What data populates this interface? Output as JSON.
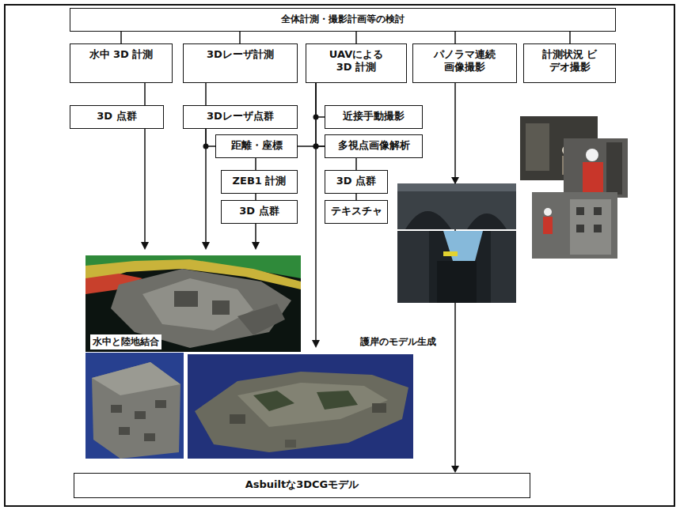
{
  "diagram": {
    "nodes": [
      {
        "text": [
          "全体計測・撮影計画等の検討"
        ]
      },
      {
        "text": [
          "水中 3D 計測"
        ]
      },
      {
        "text": [
          "3Dレーザ計測"
        ]
      },
      {
        "text": [
          "UAVによる 3D 計測"
        ]
      },
      {
        "text": [
          "パノラマ連続 画像撮影"
        ]
      },
      {
        "text": [
          "計測状況 ビデオ撮影"
        ]
      },
      {
        "text": [
          "3D 点群"
        ]
      },
      {
        "text": [
          "3Dレーザ点群"
        ]
      },
      {
        "text": [
          "近接手動撮影"
        ]
      },
      {
        "text": [
          "距離・座標"
        ]
      },
      {
        "text": [
          "多視点画像解析"
        ]
      },
      {
        "text": [
          "ZEB1 計測"
        ]
      },
      {
        "text": [
          "3D 点群"
        ]
      },
      {
        "text": [
          "3D 点群"
        ]
      },
      {
        "text": [
          "テキスチャ"
        ]
      },
      {
        "text": [
          "Asbuiltな3DCGモデル"
        ]
      }
    ],
    "edges": [
      {
        "from": 0,
        "to": 1,
        "arrow": "none"
      },
      {
        "from": 0,
        "to": 2,
        "arrow": "none"
      },
      {
        "from": 0,
        "to": 3,
        "arrow": "none"
      },
      {
        "from": 0,
        "to": 4,
        "arrow": "none"
      },
      {
        "from": 0,
        "to": 5,
        "arrow": "none"
      },
      {
        "from": 1,
        "to": 6,
        "arrow": "none"
      },
      {
        "from": 2,
        "to": 7,
        "arrow": "none"
      },
      {
        "from": 7,
        "to": 9,
        "arrow": "none"
      },
      {
        "from": 9,
        "to": 10,
        "arrow": "none"
      },
      {
        "from": 3,
        "to": 8,
        "arrow": "none"
      },
      {
        "from": 3,
        "to": 10,
        "arrow": "none"
      },
      {
        "from": 9,
        "to": 11,
        "arrow": "none"
      },
      {
        "from": 11,
        "to": 12,
        "arrow": "none"
      },
      {
        "from": 10,
        "to": 13,
        "arrow": "none"
      },
      {
        "from": 13,
        "to": 14,
        "arrow": "none"
      },
      {
        "from": 4,
        "to": 15,
        "arrow": "to"
      }
    ],
    "labels": [
      "水中と陸地結合",
      "護岸のモデル生成"
    ]
  }
}
